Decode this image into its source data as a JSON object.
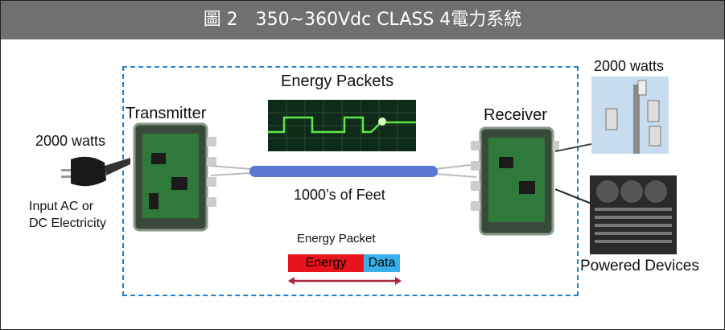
{
  "header": {
    "title": "圖 2　350~360Vdc CLASS 4電力系統"
  },
  "labels": {
    "input_watts": "2000 watts",
    "input_source": "Input AC or\nDC Electricity",
    "transmitter": "Transmitter",
    "energy_packets": "Energy Packets",
    "cable_length": "1000’s of Feet",
    "receiver": "Receiver",
    "output_watts": "2000 watts",
    "powered_devices": "Powered Devices",
    "energy_packet": "Energy Packet",
    "packet_energy": "Energy",
    "packet_data": "Data"
  },
  "colors": {
    "header_bg": "#707070",
    "dashed_border": "#1e7fd0",
    "energy": "#e8141c",
    "data": "#3ab0ea",
    "arrow": "#a8283c",
    "cable": "#5a78d0"
  }
}
